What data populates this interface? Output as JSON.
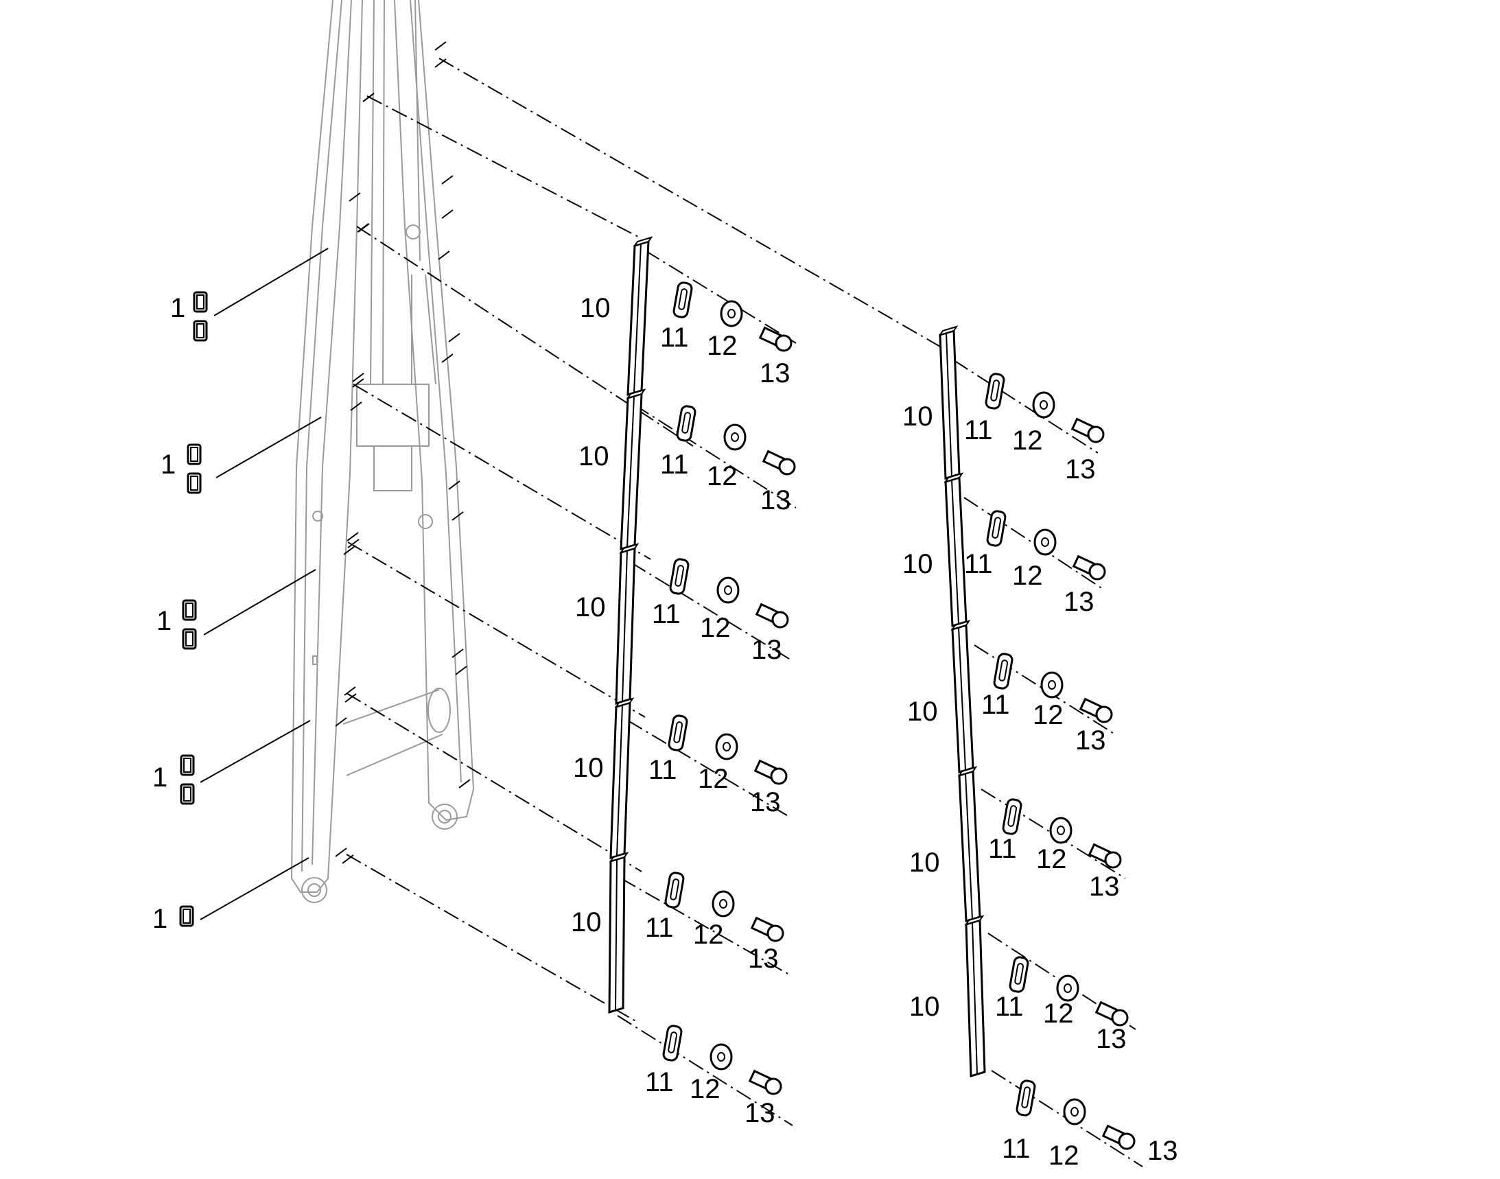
{
  "diagram": {
    "type": "exploded-parts-diagram",
    "callouts": {
      "item_1": "1",
      "item_10": "10",
      "item_11": "11",
      "item_12": "12",
      "item_13": "13"
    },
    "colors": {
      "line": "#000000",
      "frame": "#9a9a9a",
      "part_fill": "#ffffff"
    }
  }
}
